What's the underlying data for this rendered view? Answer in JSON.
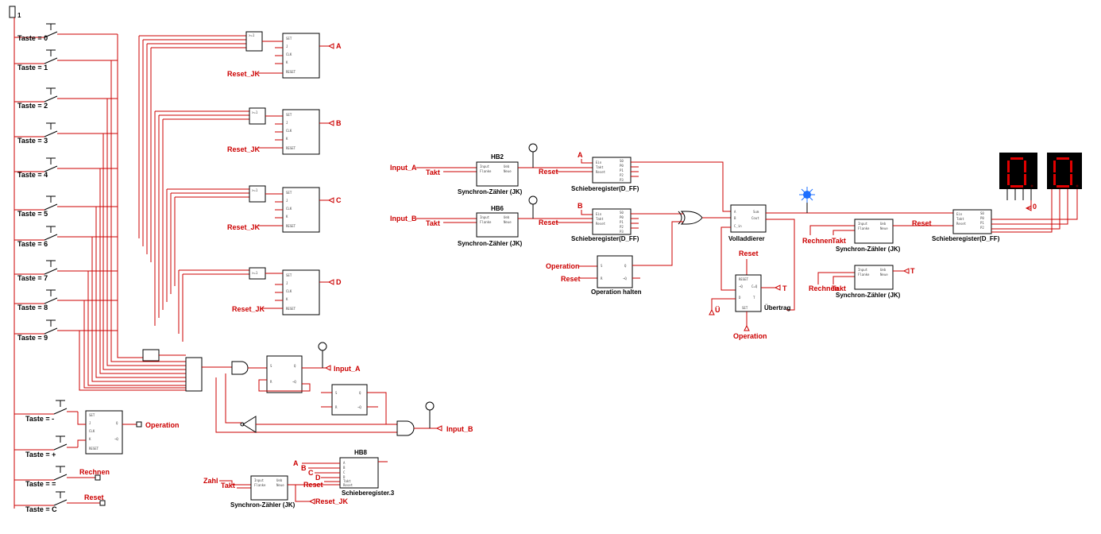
{
  "corner_label": "1",
  "keys": [
    {
      "label": "Taste = 0"
    },
    {
      "label": "Taste = 1"
    },
    {
      "label": "Taste = 2"
    },
    {
      "label": "Taste = 3"
    },
    {
      "label": "Taste = 4"
    },
    {
      "label": "Taste = 5"
    },
    {
      "label": "Taste = 6"
    },
    {
      "label": "Taste = 7"
    },
    {
      "label": "Taste = 8"
    },
    {
      "label": "Taste = 9"
    }
  ],
  "op_keys": [
    {
      "label": "Taste = -"
    },
    {
      "label": "Taste = +"
    },
    {
      "label": "Taste = ="
    },
    {
      "label": "Taste = C"
    }
  ],
  "jk_blocks": [
    {
      "out": "A",
      "reset": "Reset_JK"
    },
    {
      "out": "B",
      "reset": "Reset_JK"
    },
    {
      "out": "C",
      "reset": "Reset_JK"
    },
    {
      "out": "D",
      "reset": "Reset_JK"
    }
  ],
  "labels": {
    "operation": "Operation",
    "rechnen": "Rechnen",
    "reset": "Reset",
    "input_a": "Input_A",
    "input_b": "Input_B",
    "takt": "Takt",
    "zahl": "Zahl",
    "reset_jk": "Reset_JK",
    "t": "T",
    "ue": "Ü",
    "a": "A",
    "b": "B",
    "c": "C",
    "d": "D"
  },
  "captions": {
    "hb2": "HB2",
    "hb6": "HB6",
    "hb8": "HB8",
    "counter": "Synchron-Zähler (JK)",
    "shift_dff": "Schieberegister(D_FF)",
    "shift3": "Schieberegister.3",
    "volladdierer": "Volladdierer",
    "op_halten": "Operation halten",
    "uebertrag": "Übertrag"
  },
  "display": {
    "digits": [
      "0",
      "0"
    ]
  },
  "colors": {
    "wire": "#cc0000",
    "lamp": "#1e6fff",
    "display_bg": "#000000",
    "segment": "#e00000"
  }
}
